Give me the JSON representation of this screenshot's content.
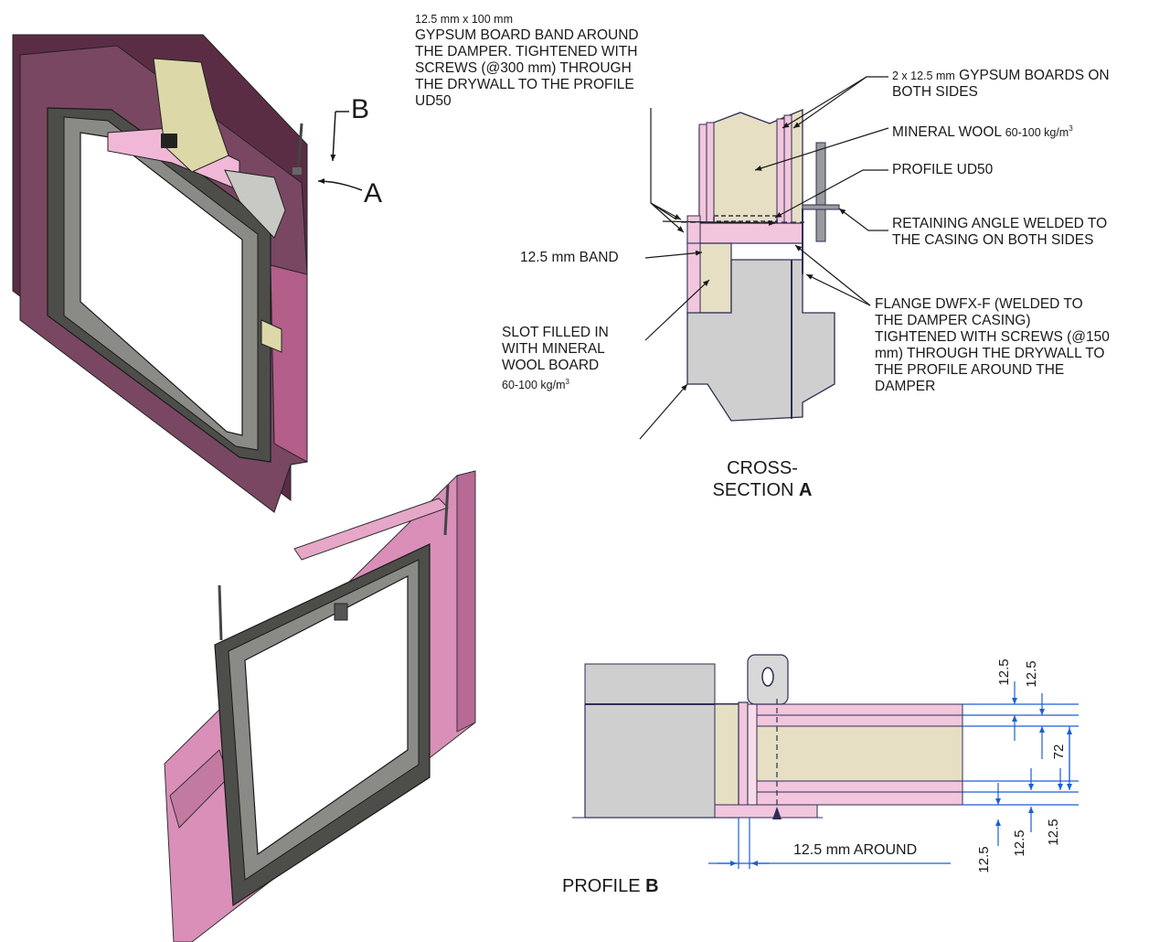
{
  "colors": {
    "pink": "#f2c6dd",
    "mineral_wool": "#e6dfc4",
    "steel_grey": "#cfcfcf",
    "outline": "#2e2e55",
    "dimension_blue": "#1a5fd6",
    "iso_purple": "#6b3a55",
    "iso_pink": "#d98fb8"
  },
  "cross_section": {
    "title_line1": "CROSS-",
    "title_line2_prefix": "SECTION ",
    "title_letter": "A",
    "labels": {
      "band_dim": "12.5 mm x 100 mm",
      "band_text": [
        "GYPSUM BOARD BAND AROUND",
        "THE DAMPER. TIGHTENED WITH",
        "SCREWS (@300 mm) THROUGH",
        "THE DRYWALL TO THE PROFILE",
        "UD50"
      ],
      "boards_prefix": "2 x 12.5 mm",
      "boards_main": "GYPSUM BOARDS ON",
      "boards_line2": "BOTH SIDES",
      "wool_main": "MINERAL WOOL",
      "wool_density": "60-100 kg/m",
      "wool_sup": "3",
      "profile": "PROFILE UD50",
      "angle": [
        "RETAINING ANGLE WELDED TO",
        "THE CASING ON BOTH SIDES"
      ],
      "band": "12.5 mm BAND",
      "slot": [
        "SLOT FILLED IN",
        "WITH MINERAL",
        "WOOL BOARD"
      ],
      "slot_density": "60-100 kg/m",
      "slot_sup": "3",
      "flange": [
        "FLANGE DWFX-F (WELDED TO",
        "THE DAMPER CASING)",
        "TIGHTENED WITH SCREWS (@150",
        "mm) THROUGH THE DRYWALL TO",
        "THE PROFILE AROUND THE",
        "DAMPER"
      ]
    }
  },
  "iso_view": {
    "marker_b": "B",
    "marker_a": "A"
  },
  "profile_b": {
    "title_prefix": "PROFILE ",
    "title_letter": "B",
    "around_label": "12.5 mm AROUND",
    "dims": {
      "top_left": "12.5",
      "top_right": "12.5",
      "mid": "72",
      "bottom_a": "12.5",
      "bottom_b": "12.5",
      "bottom_c": "12.5"
    }
  }
}
